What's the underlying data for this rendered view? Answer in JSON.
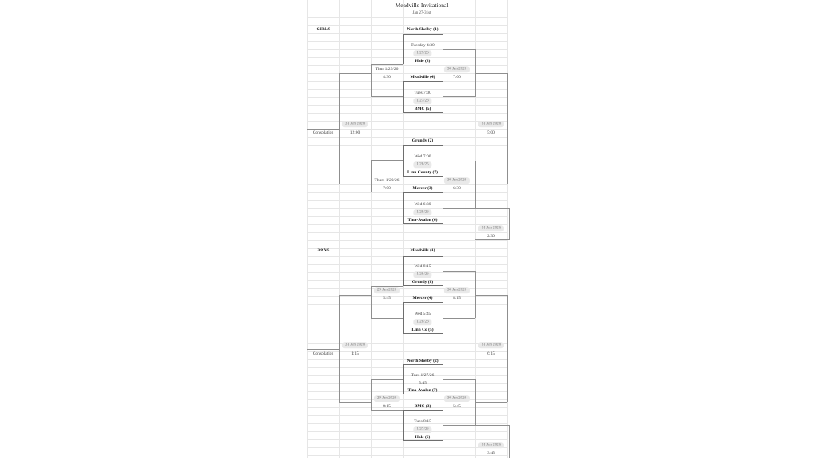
{
  "title": "Meadville Invitational",
  "date_range": "Jan 27-31st",
  "colors": {
    "pill_background": "#e9e9e9",
    "bracket_line": "#8f8f8f",
    "grid_line": "#e6e6e6"
  },
  "girls": {
    "section_label": "GIRLS",
    "consolation_label": "Consolation",
    "round1": [
      {
        "team1": "North Shelby (1)",
        "when": "Tuesday 4:30",
        "date": "1/27/26",
        "team2": "Hale (8)"
      },
      {
        "team1": "Meadville (4)",
        "when": "Tues 7:00",
        "date": "1/27/26",
        "team2": "BMC (5)"
      },
      {
        "team1": "Grundy (2)",
        "when": "Wed 7:00",
        "date": "1/28/25",
        "team2": "Linn County (7)"
      },
      {
        "team1": "Mercer (3)",
        "when": "Wed 6:30",
        "date": "1/28/26",
        "team2": "Tina-Avalon (6)"
      }
    ],
    "consolation_semis": [
      {
        "date": "Thur 1/29/26",
        "time": "4:30"
      },
      {
        "date": "Thurs 1/29/26",
        "time": "7:00"
      }
    ],
    "semis": [
      {
        "date": "30 Jan 2026",
        "time": "7:00"
      },
      {
        "date": "30 Jan 2026",
        "time": "6:30"
      }
    ],
    "consolation_final": {
      "date": "31 Jan 2026",
      "time": "12:00"
    },
    "championship": {
      "date": "31 Jan 2026",
      "time": "5:00"
    },
    "third_place": {
      "date": "31 Jan 2026",
      "time": "2:30"
    }
  },
  "boys": {
    "section_label": "BOYS",
    "consolation_label": "Consolation",
    "round1": [
      {
        "team1": "Meadville (1)",
        "when": "Wed 8:15",
        "date": "1/28/26",
        "team2": "Grundy (8)"
      },
      {
        "team1": "Mercer (4)",
        "when": "Wed 5:45",
        "date": "1/28/26",
        "team2": "Linn Co (5)"
      },
      {
        "team1": "North Shelby (2)",
        "when": "Tues 1/27/26",
        "time": "5:45",
        "team2": "Tina-Avalon (7)"
      },
      {
        "team1": "BMC (3)",
        "when": "Tues 8:15",
        "date": "1/27/26",
        "team2": "Hale (6)"
      }
    ],
    "consolation_semis": [
      {
        "date": "29 Jan 2026",
        "time": "5:45"
      },
      {
        "date": "29 Jan 2026",
        "time": "8:15"
      }
    ],
    "semis": [
      {
        "date": "30 Jan 2026",
        "time": "8:15"
      },
      {
        "date": "30 Jan 2026",
        "time": "5:45"
      }
    ],
    "consolation_final": {
      "date": "31 Jan 2026",
      "time": "1:15"
    },
    "championship": {
      "date": "31 Jan 2026",
      "time": "6:15"
    },
    "third_place": {
      "date": "31 Jan 2026",
      "time": "3:45"
    }
  }
}
